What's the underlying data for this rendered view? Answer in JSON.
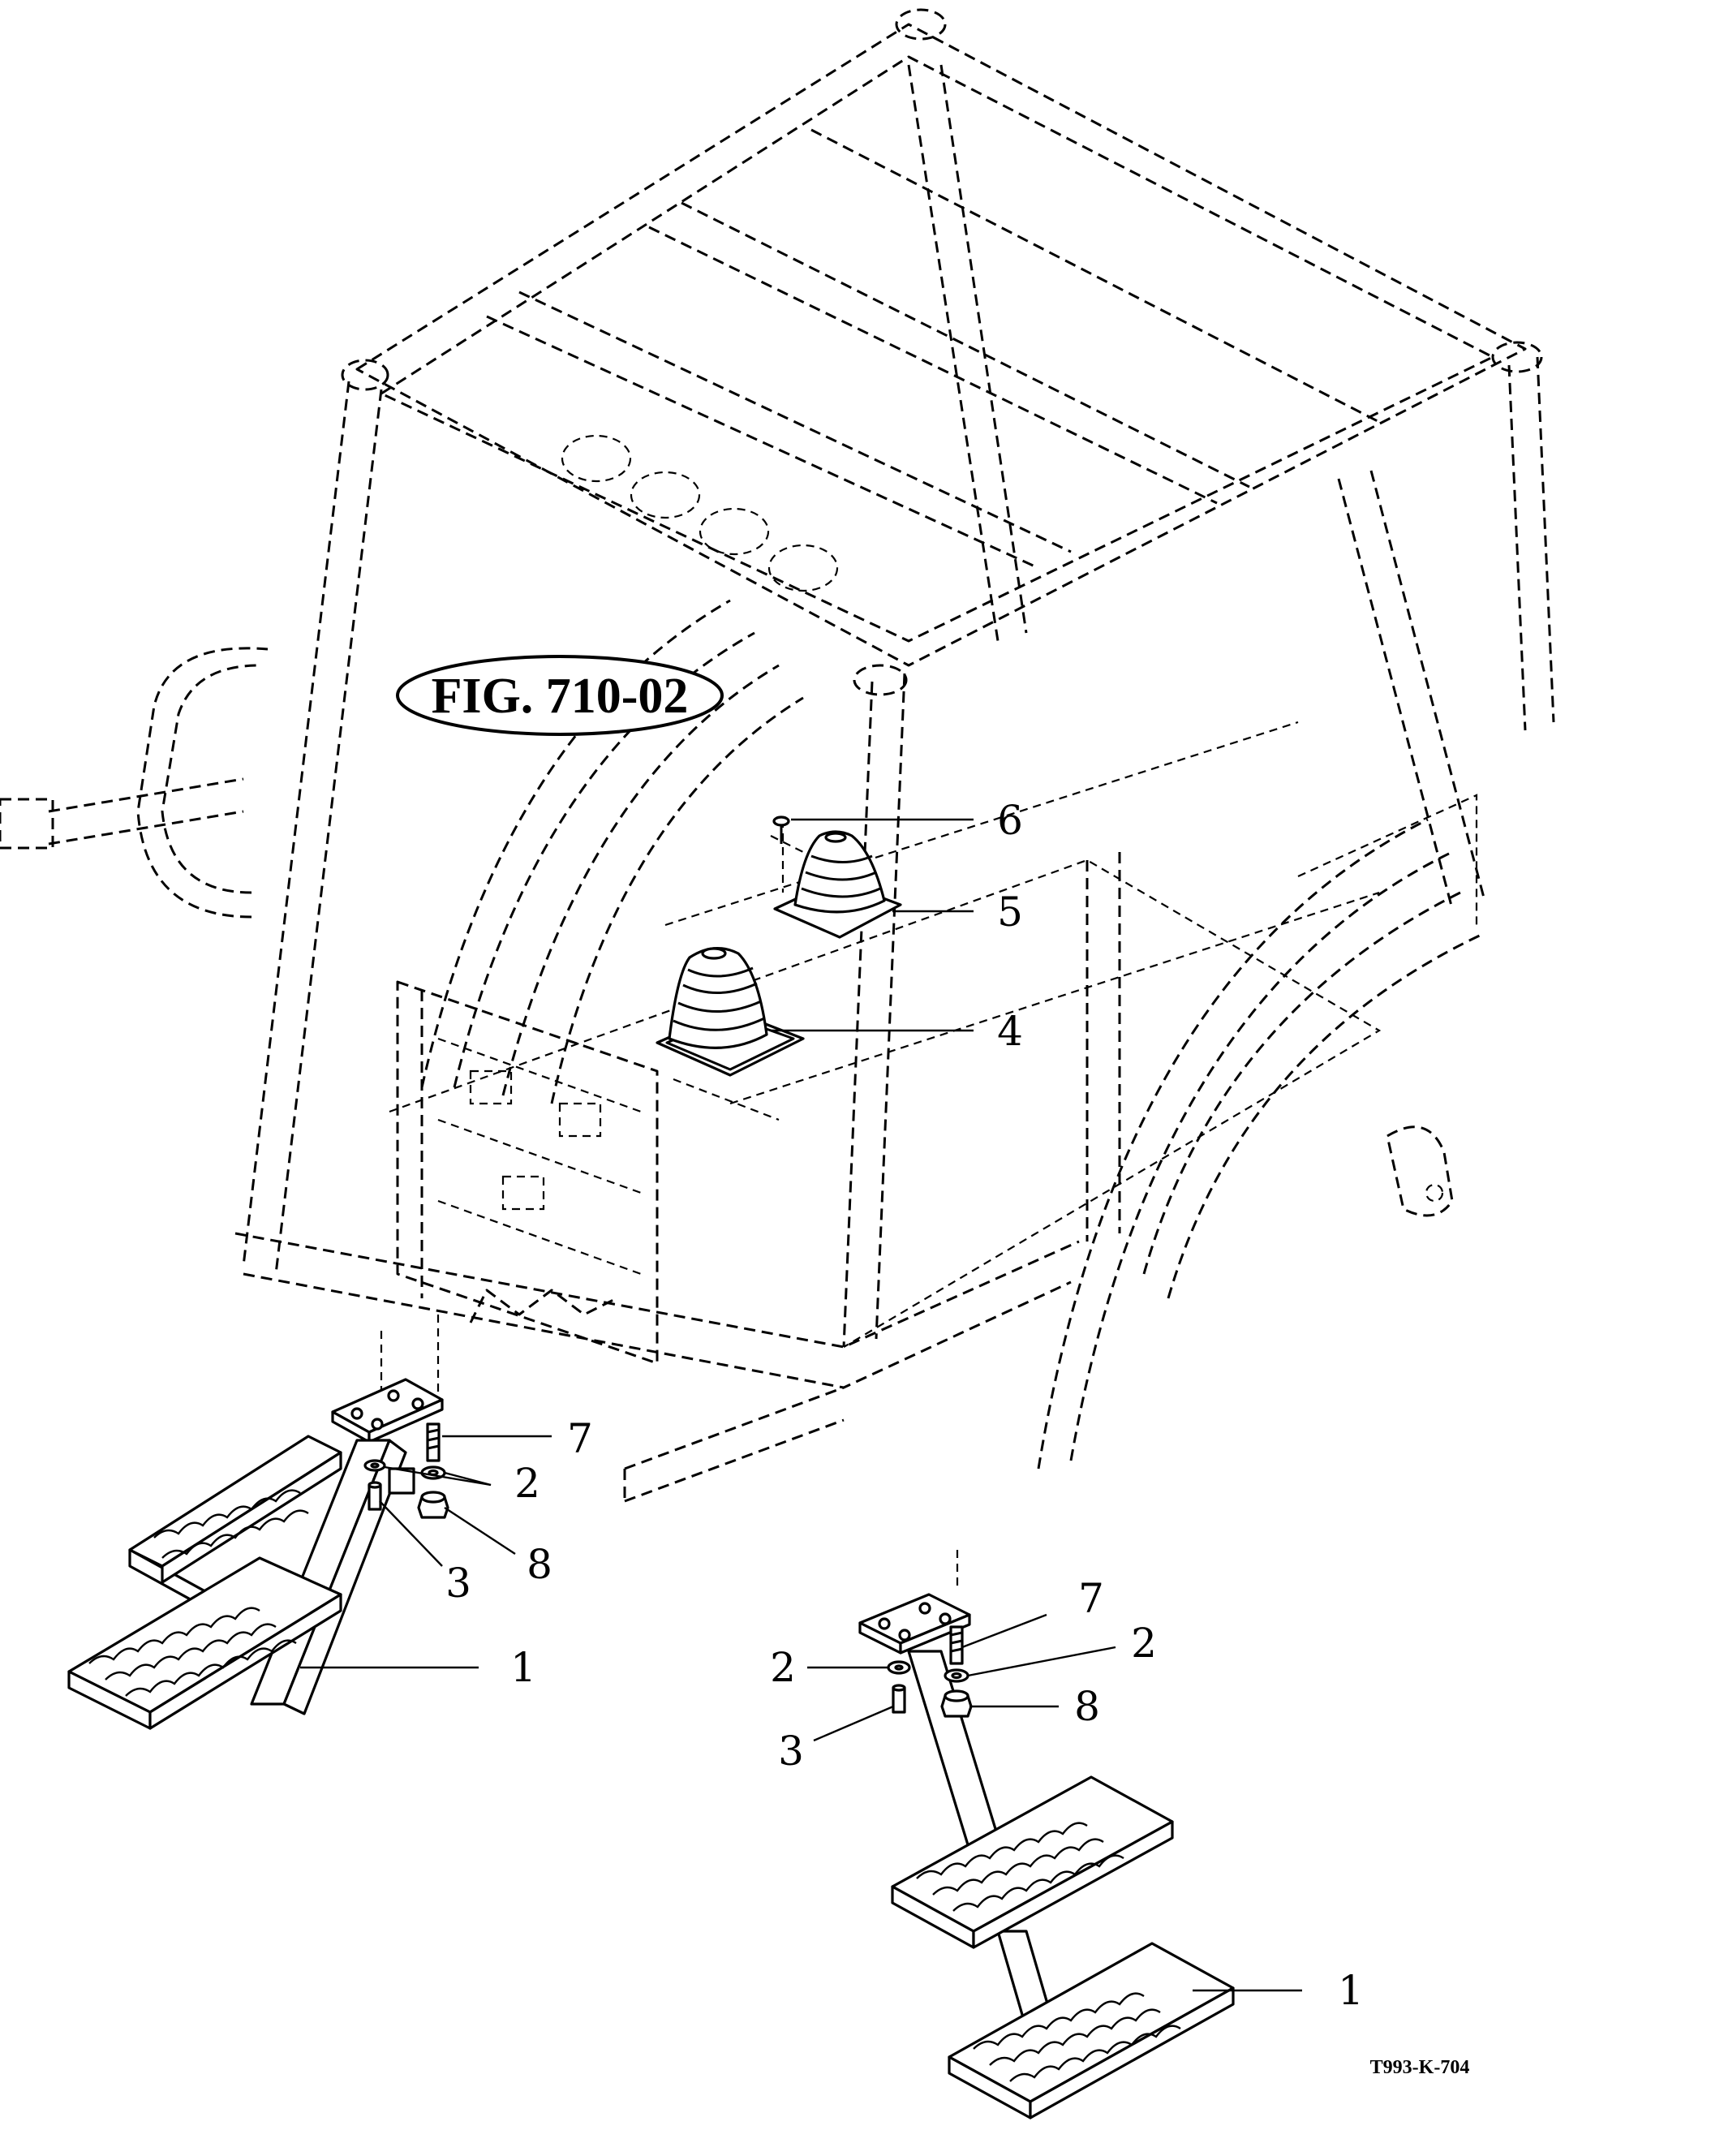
{
  "figure_reference": "FIG. 710-02",
  "drawing_code": "T993-K-704",
  "callouts": [
    {
      "id": "c1a",
      "label": "1"
    },
    {
      "id": "c1b",
      "label": "1"
    },
    {
      "id": "c2a",
      "label": "2"
    },
    {
      "id": "c2b",
      "label": "2"
    },
    {
      "id": "c2c",
      "label": "2"
    },
    {
      "id": "c3a",
      "label": "3"
    },
    {
      "id": "c3b",
      "label": "3"
    },
    {
      "id": "c4",
      "label": "4"
    },
    {
      "id": "c5",
      "label": "5"
    },
    {
      "id": "c6",
      "label": "6"
    },
    {
      "id": "c7a",
      "label": "7"
    },
    {
      "id": "c7b",
      "label": "7"
    },
    {
      "id": "c8a",
      "label": "8"
    },
    {
      "id": "c8b",
      "label": "8"
    }
  ]
}
